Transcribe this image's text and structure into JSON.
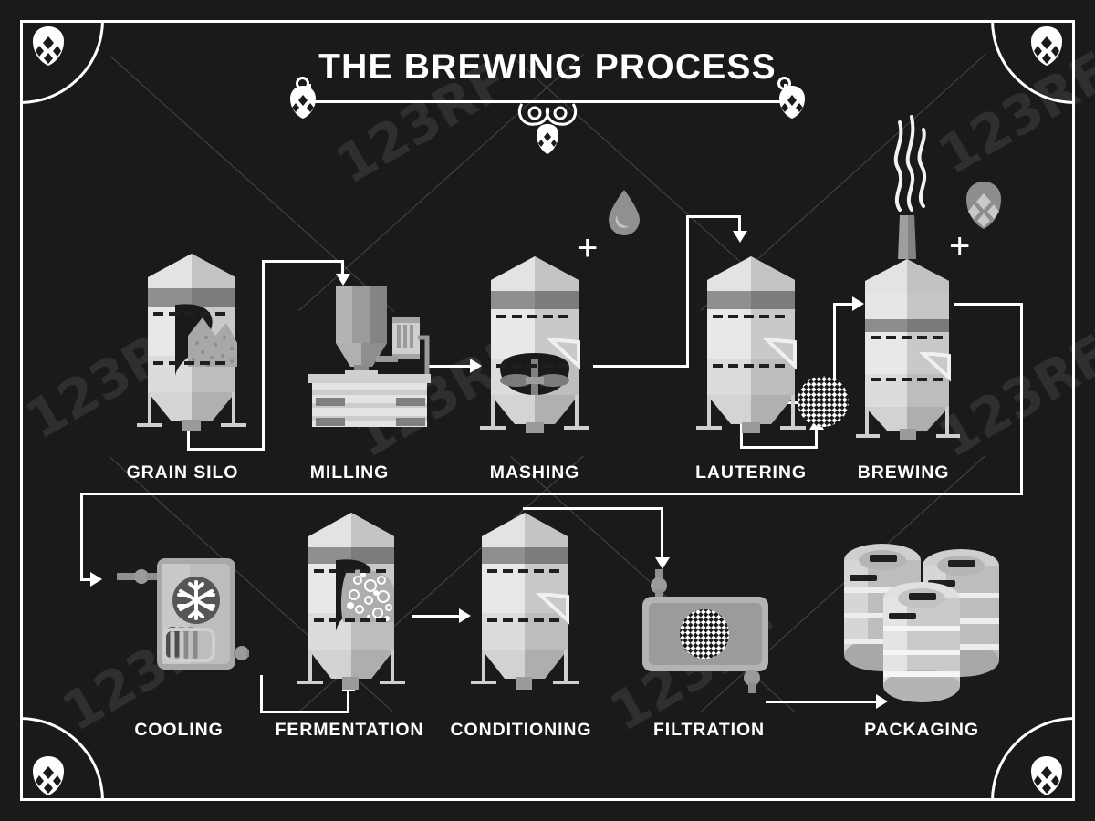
{
  "poster": {
    "title": "THE BREWING PROCESS",
    "background_color": "#1a1a1a",
    "frame_color": "#ffffff",
    "accent_color": "#ffffff",
    "metal_light": "#e8e8e8",
    "metal_mid": "#b8b8b8",
    "metal_dark": "#8a8a8a",
    "metal_shadow": "#6e6e6e",
    "watermark_text": "123RF"
  },
  "decorations": {
    "corner_icon": "hop-cone-icon",
    "title_left_icon": "hop-cone-icon",
    "title_right_icon": "hop-cone-icon",
    "title_center_icon": "hop-ornament-icon",
    "water_icon": "water-drop-icon",
    "hops_icon": "hop-cone-icon",
    "steam_icon": "steam-icon",
    "sieve_icon": "sieve-mesh-icon",
    "plus_symbol": "+"
  },
  "steps": [
    {
      "id": "grain-silo",
      "label": "GRAIN SILO",
      "row": 1,
      "order": 1
    },
    {
      "id": "milling",
      "label": "MILLING",
      "row": 1,
      "order": 2
    },
    {
      "id": "mashing",
      "label": "MASHING",
      "row": 1,
      "order": 3
    },
    {
      "id": "lautering",
      "label": "LAUTERING",
      "row": 1,
      "order": 4
    },
    {
      "id": "brewing",
      "label": "BREWING",
      "row": 1,
      "order": 5
    },
    {
      "id": "cooling",
      "label": "COOLING",
      "row": 2,
      "order": 6
    },
    {
      "id": "fermentation",
      "label": "FERMENTATION",
      "row": 2,
      "order": 7
    },
    {
      "id": "conditioning",
      "label": "CONDITIONING",
      "row": 2,
      "order": 8
    },
    {
      "id": "filtration",
      "label": "FILTRATION",
      "row": 2,
      "order": 9
    },
    {
      "id": "packaging",
      "label": "PACKAGING",
      "row": 2,
      "order": 10
    }
  ],
  "chart_data": {
    "type": "diagram",
    "title": "THE BREWING PROCESS",
    "nodes": [
      "GRAIN SILO",
      "MILLING",
      "MASHING",
      "LAUTERING",
      "BREWING",
      "COOLING",
      "FERMENTATION",
      "CONDITIONING",
      "FILTRATION",
      "PACKAGING"
    ],
    "edges": [
      {
        "from": "GRAIN SILO",
        "to": "MILLING"
      },
      {
        "from": "MILLING",
        "to": "MASHING"
      },
      {
        "from": "MASHING",
        "to": "LAUTERING"
      },
      {
        "from": "LAUTERING",
        "to": "BREWING"
      },
      {
        "from": "BREWING",
        "to": "COOLING"
      },
      {
        "from": "COOLING",
        "to": "FERMENTATION"
      },
      {
        "from": "FERMENTATION",
        "to": "CONDITIONING"
      },
      {
        "from": "CONDITIONING",
        "to": "FILTRATION"
      },
      {
        "from": "FILTRATION",
        "to": "PACKAGING"
      }
    ],
    "inputs": [
      {
        "at": "MASHING",
        "icon": "water-drop-icon",
        "symbol": "+"
      },
      {
        "at": "BREWING",
        "icon": "hop-cone-icon",
        "symbol": "+"
      },
      {
        "at": "LAUTERING",
        "icon": "sieve-mesh-icon",
        "symbol": ""
      }
    ]
  }
}
